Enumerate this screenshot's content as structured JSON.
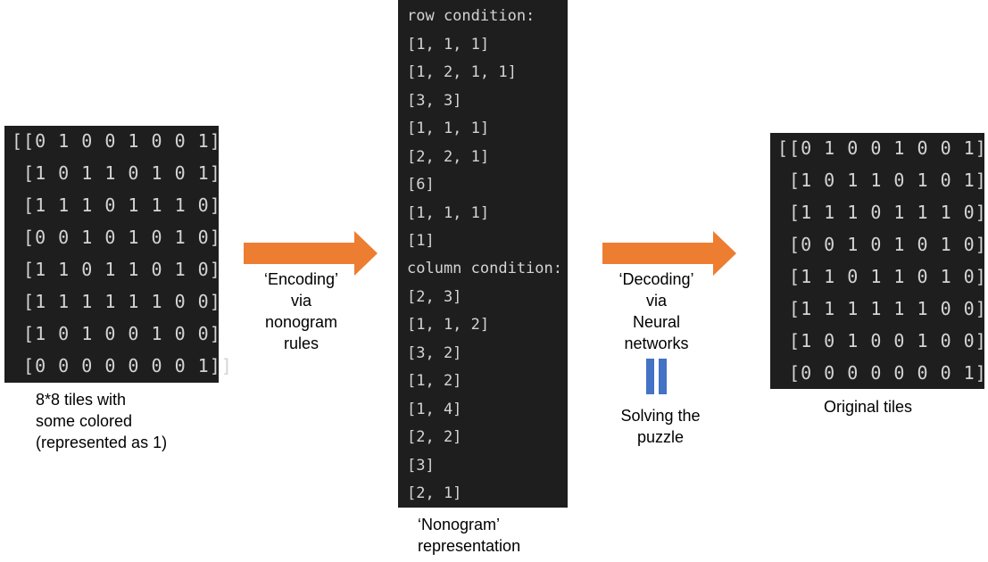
{
  "left_panel": {
    "rows": [
      "[[0 1 0 0 1 0 0 1]",
      " [1 0 1 1 0 1 0 1]",
      " [1 1 1 0 1 1 1 0]",
      " [0 0 1 0 1 0 1 0]",
      " [1 1 0 1 1 0 1 0]",
      " [1 1 1 1 1 1 0 0]",
      " [1 0 1 0 0 1 0 0]",
      " [0 0 0 0 0 0 0 1]]"
    ],
    "caption": [
      "8*8 tiles with",
      "some colored",
      "(represented as 1)"
    ]
  },
  "encoding_label": [
    "‘Encoding’",
    "via",
    "nonogram",
    "rules"
  ],
  "middle_panel": {
    "lines": [
      "row condition:",
      "[1, 1, 1]",
      "[1, 2, 1, 1]",
      "[3, 3]",
      "[1, 1, 1]",
      "[2, 2, 1]",
      "[6]",
      "[1, 1, 1]",
      "[1]",
      "column condition:",
      "[2, 3]",
      "[1, 1, 2]",
      "[3, 2]",
      "[1, 2]",
      "[1, 4]",
      "[2, 2]",
      "[3]",
      "[2, 1]"
    ],
    "caption": [
      "‘Nonogram’",
      "representation"
    ]
  },
  "decoding_label": [
    "‘Decoding’",
    "via",
    "Neural",
    "networks"
  ],
  "solving_label": [
    "Solving the",
    "puzzle"
  ],
  "right_panel": {
    "rows": [
      "[[0 1 0 0 1 0 0 1]",
      " [1 0 1 1 0 1 0 1]",
      " [1 1 1 0 1 1 1 0]",
      " [0 0 1 0 1 0 1 0]",
      " [1 1 0 1 1 0 1 0]",
      " [1 1 1 1 1 1 0 0]",
      " [1 0 1 0 0 1 0 0]",
      " [0 0 0 0 0 0 0 1]]"
    ],
    "caption": "Original tiles"
  },
  "colors": {
    "terminal_bg": "#1e1e1e",
    "terminal_text": "#d4d4d4",
    "arrow": "#ed7d31",
    "equals_bars": "#4472c4"
  },
  "icons": [
    "right-arrow-icon",
    "equals-bars-icon"
  ]
}
